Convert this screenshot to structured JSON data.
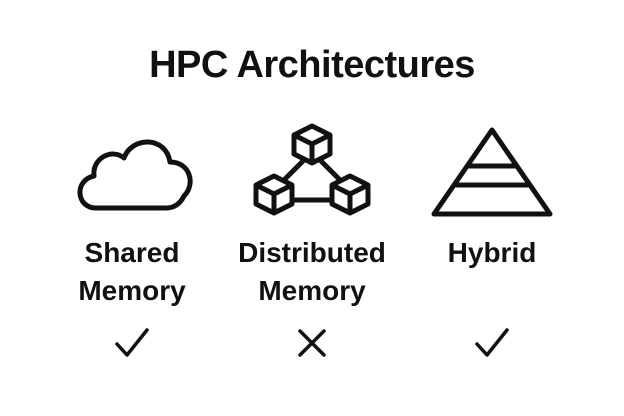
{
  "title": "HPC Architectures",
  "columns": [
    {
      "icon": "cloud-icon",
      "label": "Shared\nMemory",
      "status": "check-icon"
    },
    {
      "icon": "cubes-network-icon",
      "label": "Distributed\nMemory",
      "status": "cross-icon"
    },
    {
      "icon": "pyramid-icon",
      "label": "Hybrid",
      "status": "check-icon"
    }
  ],
  "colors": {
    "ink": "#111111",
    "background": "#ffffff"
  }
}
